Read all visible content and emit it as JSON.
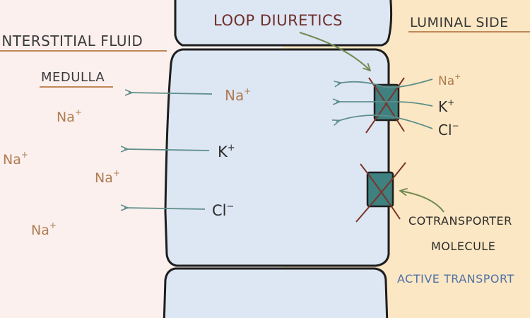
{
  "colors": {
    "interstitial_bg": "#fbf0ee",
    "luminal_bg": "#fbe7c3",
    "cell_fill": "#dde6f3",
    "cell_stroke": "#1e1e1e",
    "ion_brown": "#b07c52",
    "label_maroon": "#6e2e2a",
    "underline_brown": "#c0885a",
    "arrow_teal": "#5e8f8a",
    "transporter_fill": "#3f8080",
    "cross_brown": "#7a3528",
    "callout_green": "#708a52",
    "text_dark": "#2b2b2b",
    "active_blue": "#4f72a6"
  },
  "labels": {
    "interstitial": "INTERSTITIAL FLUID",
    "medulla": "MEDULLA",
    "loop_diuretics": "LOOP DIURETICS",
    "luminal_side": "LUMINAL SIDE",
    "cotransporter_line1": "COTRANSPORTER",
    "cotransporter_line2": "MOLECULE",
    "active_transport": "ACTIVE TRANSPORT"
  },
  "ions": {
    "na": "Na",
    "k": "K",
    "cl": "Cl",
    "plus": "+",
    "minus": "−"
  },
  "icons": {
    "transporter": "cotransporter-box-icon",
    "inhibition": "cross-mark-icon",
    "arrow": "arrow-icon"
  }
}
